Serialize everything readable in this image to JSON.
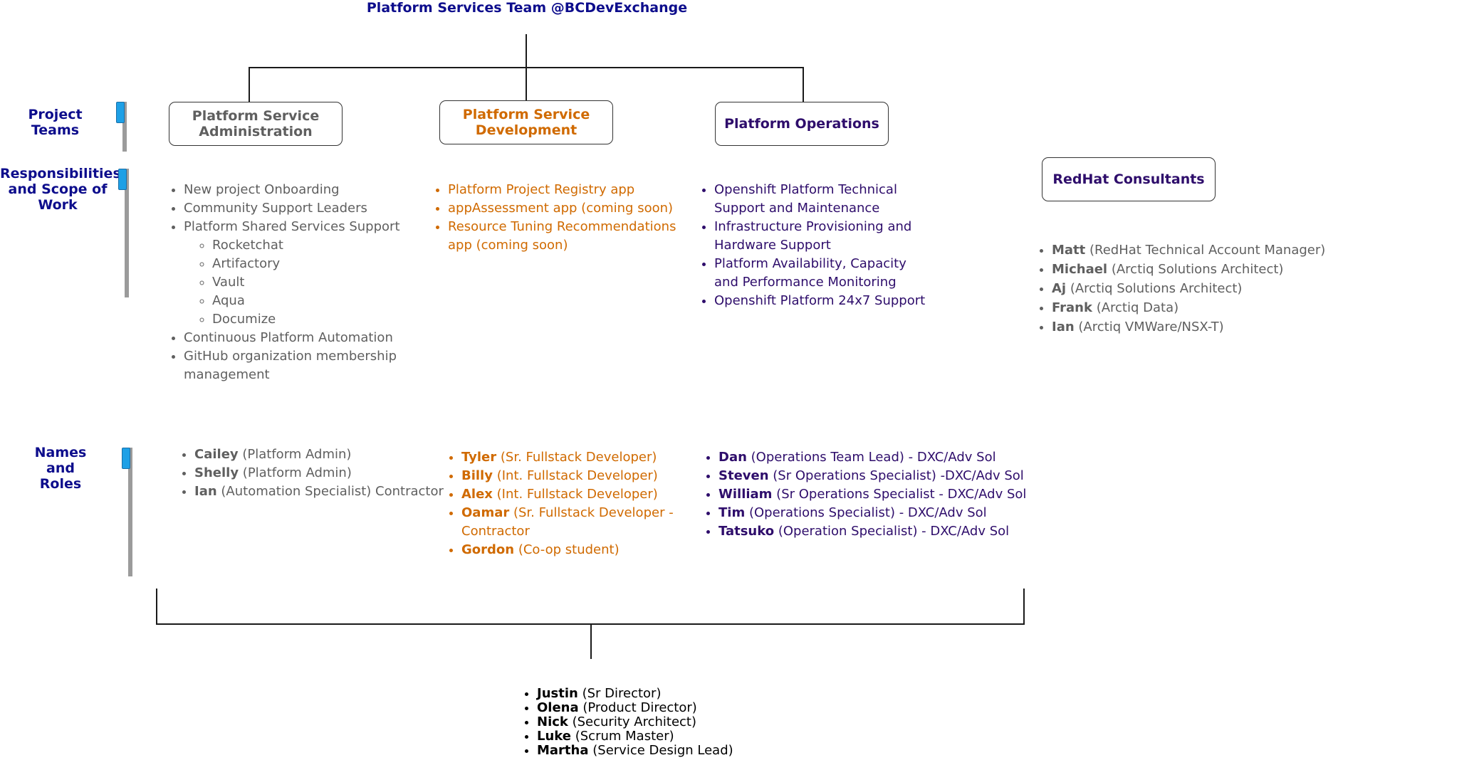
{
  "title": "Platform Services Team @BCDevExchange",
  "row_labels": {
    "project_teams": "Project Teams",
    "responsibilities": "Responsibilities and Scope of Work",
    "names_roles": "Names and Roles"
  },
  "teams": {
    "admin": "Platform Service Administration",
    "dev": "Platform Service Development",
    "ops": "Platform Operations",
    "redhat": "RedHat Consultants"
  },
  "responsibilities": {
    "admin": [
      "New project Onboarding",
      "Community Support Leaders",
      "Platform Shared Services Support"
    ],
    "admin_sub": [
      "Rocketchat",
      "Artifactory",
      "Vault",
      "Aqua",
      "Documize"
    ],
    "admin_after": [
      "Continuous Platform Automation",
      "GitHub organization membership management"
    ],
    "dev": [
      "Platform Project Registry app",
      "appAssessment app (coming soon)",
      "Resource Tuning Recommendations app (coming soon)"
    ],
    "ops": [
      "Openshift Platform Technical Support and Maintenance",
      "Infrastructure Provisioning and Hardware Support",
      "Platform Availability, Capacity and Performance Monitoring",
      "Openshift Platform 24x7 Support"
    ]
  },
  "redhat_people": [
    {
      "name": "Matt",
      "role": "(RedHat Technical Account Manager)"
    },
    {
      "name": "Michael",
      "role": "(Arctiq Solutions Architect)"
    },
    {
      "name": "Aj",
      "role": "(Arctiq Solutions Architect)"
    },
    {
      "name": "Frank",
      "role": "(Arctiq Data)"
    },
    {
      "name": "Ian",
      "role": "(Arctiq VMWare/NSX-T)"
    }
  ],
  "people": {
    "admin": [
      {
        "name": "Cailey",
        "role": "(Platform Admin)"
      },
      {
        "name": "Shelly",
        "role": "(Platform Admin)"
      },
      {
        "name": "Ian",
        "role": "(Automation Specialist) Contractor"
      }
    ],
    "dev": [
      {
        "name": "Tyler",
        "role": "(Sr. Fullstack Developer)"
      },
      {
        "name": "Billy",
        "role": "(Int. Fullstack Developer)"
      },
      {
        "name": "Alex",
        "role": "(Int. Fullstack Developer)"
      },
      {
        "name": "Oamar",
        "role": "(Sr. Fullstack Developer - Contractor"
      },
      {
        "name": "Gordon",
        "role": "(Co-op student)"
      }
    ],
    "ops": [
      {
        "name": "Dan",
        "role": "(Operations Team Lead) - DXC/Adv Sol"
      },
      {
        "name": "Steven",
        "role": "(Sr Operations Specialist) -DXC/Adv Sol"
      },
      {
        "name": "William",
        "role": "(Sr Operations Specialist - DXC/Adv Sol"
      },
      {
        "name": "Tim",
        "role": "(Operations Specialist) - DXC/Adv Sol"
      },
      {
        "name": "Tatsuko",
        "role": "(Operation Specialist) -  DXC/Adv Sol"
      }
    ]
  },
  "leadership": [
    {
      "name": "Justin",
      "role": "(Sr Director)"
    },
    {
      "name": "Olena",
      "role": "(Product Director)"
    },
    {
      "name": "Nick",
      "role": "(Security Architect)"
    },
    {
      "name": "Luke",
      "role": "(Scrum Master)"
    },
    {
      "name": "Martha",
      "role": "(Service Design Lead)"
    }
  ]
}
